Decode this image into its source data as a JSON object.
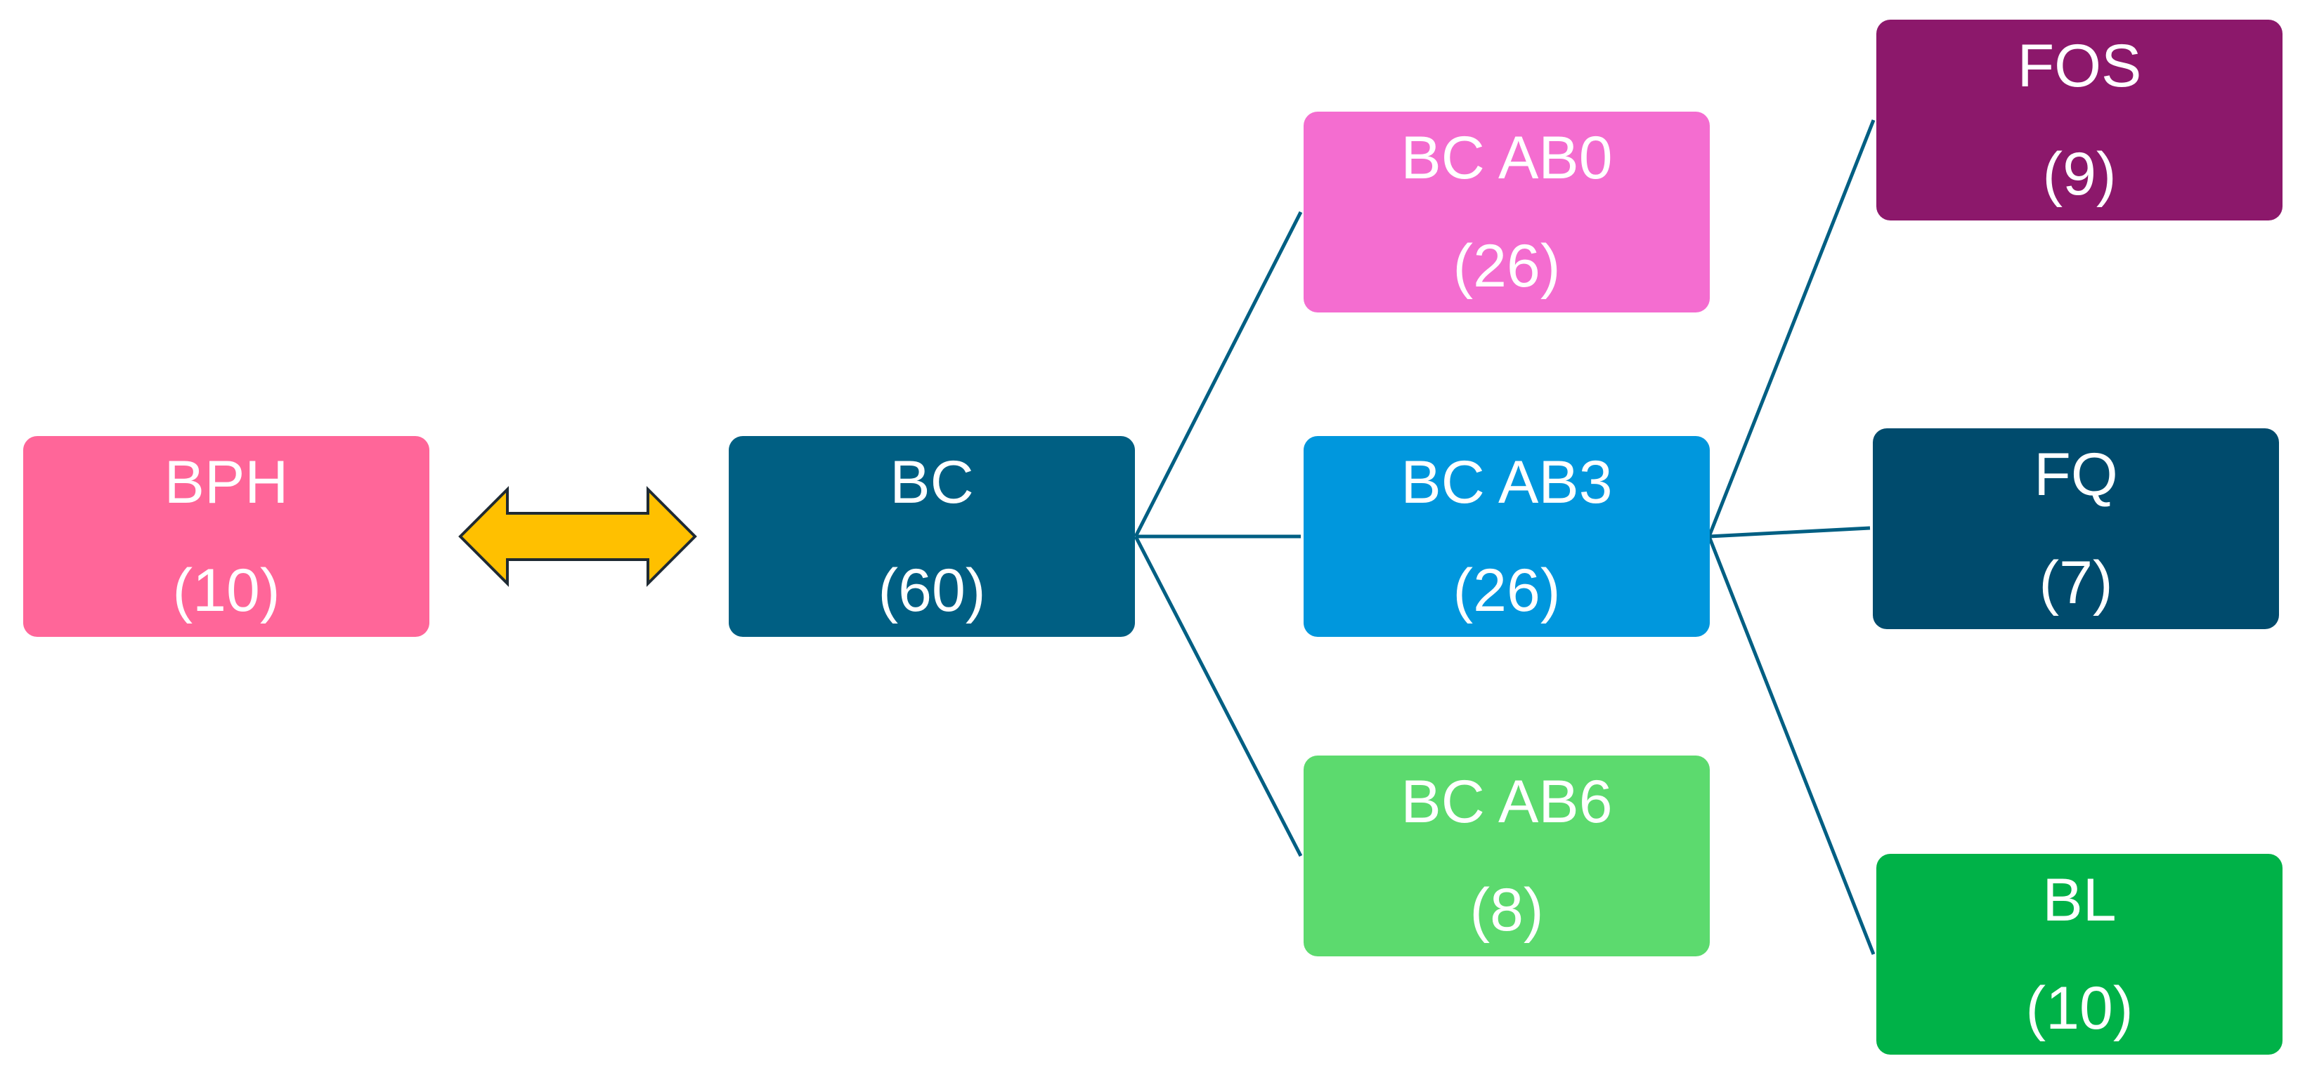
{
  "nodes": {
    "bph": {
      "label": "BPH",
      "count": "(10)",
      "color": "#FF6699"
    },
    "bc": {
      "label": "BC",
      "count": "(60)",
      "color": "#005F83"
    },
    "ab0": {
      "label": "BC AB0",
      "count": "(26)",
      "color": "#F46DD0"
    },
    "ab3": {
      "label": "BC AB3",
      "count": "(26)",
      "color": "#0097DD"
    },
    "ab6": {
      "label": "BC AB6",
      "count": "(8)",
      "color": "#5CDA6E"
    },
    "fos": {
      "label": "FOS",
      "count": "(9)",
      "color": "#8C186B"
    },
    "fq": {
      "label": "FQ",
      "count": "(7)",
      "color": "#004B6D"
    },
    "bl": {
      "label": "BL",
      "count": "(10)",
      "color": "#00B248"
    }
  },
  "connector_color": "#005F83",
  "arrow": {
    "fill": "#FFC000",
    "stroke": "#1F2A33",
    "direction": "bidirectional"
  }
}
